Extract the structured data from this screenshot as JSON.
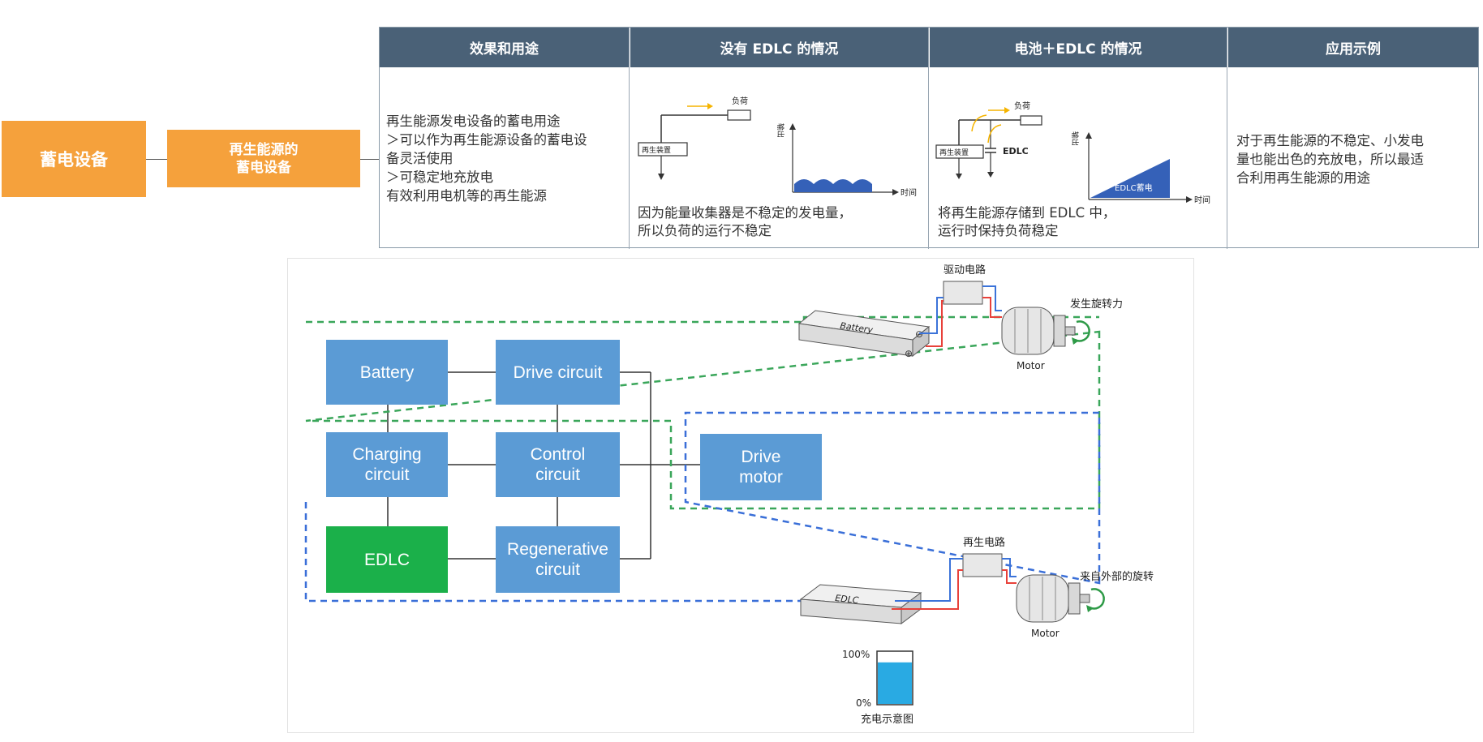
{
  "categories": {
    "main": "蓄电设备",
    "sub_line1": "再生能源的",
    "sub_line2": "蓄电设备"
  },
  "table": {
    "headers": [
      "效果和用途",
      "没有 EDLC 的情况",
      "电池＋EDLC 的情况",
      "应用示例"
    ],
    "effects_lines": [
      "再生能源发电设备的蓄电用途",
      "＞可以作为再生能源设备的蓄电设",
      "备灵活使用",
      "＞可稳定地充放电",
      "有效利用电机等的再生能源"
    ],
    "no_edlc": {
      "load_label": "负荷",
      "device_label": "再生装置",
      "y_label": "输出",
      "x_label": "时间",
      "caption_lines": [
        "因为能量收集器是不稳定的发电量，",
        "所以负荷的运行不稳定"
      ]
    },
    "with_edlc": {
      "load_label": "负荷",
      "device_label": "再生装置",
      "edlc_label": "EDLC",
      "y_label": "输出",
      "x_label": "时间",
      "area_label": "EDLC蓄电",
      "caption_lines": [
        "将再生能源存储到 EDLC 中，",
        "运行时保持负荷稳定"
      ]
    },
    "application_lines": [
      "对于再生能源的不稳定、小发电",
      "量也能出色的充放电，所以最适",
      "合利用再生能源的用途"
    ]
  },
  "block_diagram": {
    "battery": "Battery",
    "drive_circuit": "Drive circuit",
    "charging_circuit": [
      "Charging",
      "circuit"
    ],
    "control_circuit": [
      "Control",
      "circuit"
    ],
    "drive_motor": [
      "Drive",
      "motor"
    ],
    "edlc": "EDLC",
    "regenerative_circuit": [
      "Regenerative",
      "circuit"
    ]
  },
  "illustrations": {
    "top": {
      "circuit_label": "驱动电路",
      "battery_label": "Battery",
      "motor_label": "Motor",
      "rotation_label": "发生旋转力",
      "minus": "⊖",
      "plus": "⊕"
    },
    "bottom": {
      "circuit_label": "再生电路",
      "edlc_label": "EDLC",
      "motor_label": "Motor",
      "rotation_label": "来自外部的旋转"
    },
    "charge_gauge": {
      "top_label": "100%",
      "bottom_label": "0%",
      "caption": "充电示意图",
      "level": 0.8
    }
  },
  "colors": {
    "orange": "#f5a13c",
    "header": "#4a6177",
    "block_blue": "#5b9bd5",
    "edlc_green": "#1bb04a",
    "green_dash": "#3aa65a",
    "blue_dash": "#3a6fd8",
    "wire_red": "#e8413a",
    "wire_blue": "#3b73d9",
    "water": "#29aae3"
  }
}
